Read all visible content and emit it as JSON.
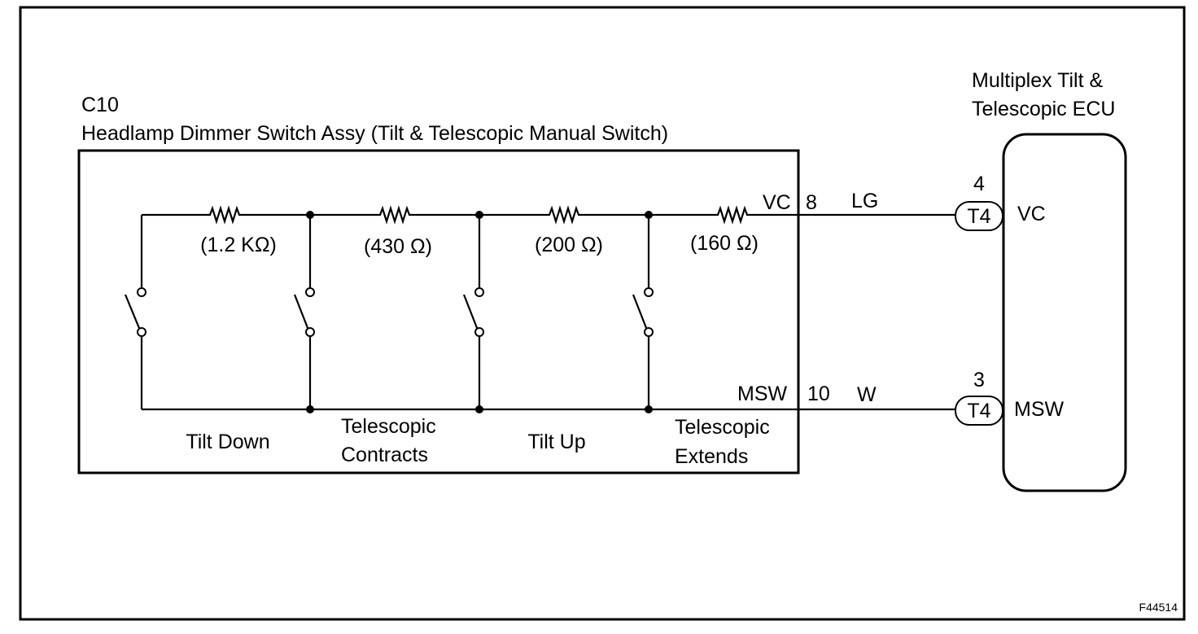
{
  "switch_assy": {
    "code": "C10",
    "name": "Headlamp Dimmer Switch Assy (Tilt & Telescopic Manual Switch)",
    "resistors": [
      {
        "label": "(1.2 KΩ)"
      },
      {
        "label": "(430 Ω)"
      },
      {
        "label": "(200 Ω)"
      },
      {
        "label": "(160 Ω)"
      }
    ],
    "functions": [
      {
        "line1": "Tilt Down",
        "line2": ""
      },
      {
        "line1": "Telescopic",
        "line2": "Contracts"
      },
      {
        "line1": "Tilt Up",
        "line2": ""
      },
      {
        "line1": "Telescopic",
        "line2": "Extends"
      }
    ],
    "pins": [
      {
        "terminal": "VC",
        "pin": "8",
        "wire_color": "LG"
      },
      {
        "terminal": "MSW",
        "pin": "10",
        "wire_color": "W"
      }
    ]
  },
  "ecu": {
    "name_line1": "Multiplex Tilt &",
    "name_line2": "Telescopic ECU",
    "connectors": [
      {
        "pin": "4",
        "connector": "T4",
        "terminal": "VC"
      },
      {
        "pin": "3",
        "connector": "T4",
        "terminal": "MSW"
      }
    ]
  },
  "figure_code": "F44514"
}
